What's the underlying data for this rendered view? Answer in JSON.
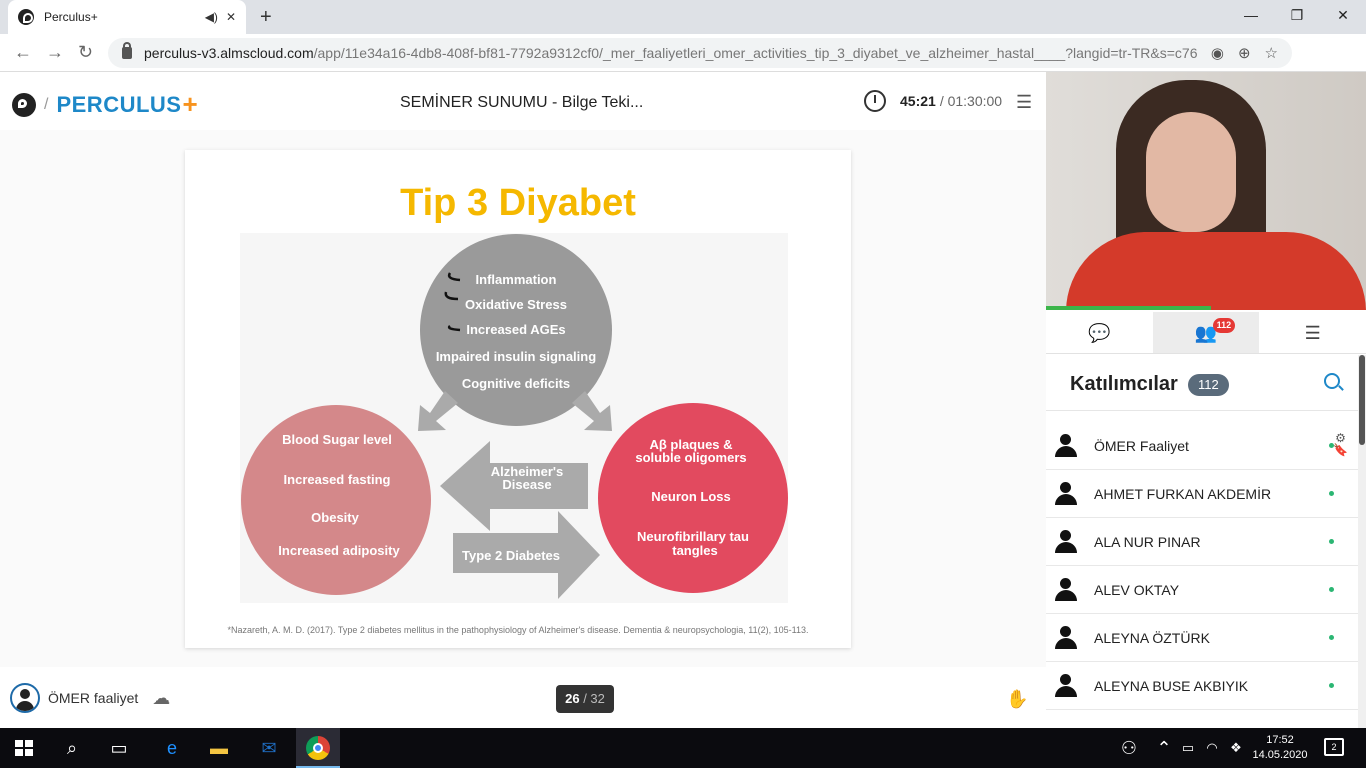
{
  "browser": {
    "tab_title": "Perculus+",
    "url_main": "perculus-v3.almscloud.com",
    "url_rest": "/app/11e34a16-4db8-408f-bf81-7792a9312cf0/_mer_faaliyetleri_omer_activities_tip_3_diyabet_ve_alzheimer_hastal____?langid=tr-TR&s=c76...",
    "icons": [
      "back-icon",
      "forward-icon",
      "reload-icon",
      "lock-icon",
      "location-icon",
      "zoom-icon",
      "star-icon",
      "update-icon"
    ]
  },
  "header": {
    "brand": "PERCULUS",
    "brand_plus": "+",
    "session_title": "SEMİNER SUNUMU - Bilge Teki...",
    "elapsed": "45:21",
    "total": "/ 01:30:00"
  },
  "slide": {
    "title": "Tip 3 Diyabet",
    "top_circle": [
      "Inflammation",
      "Oxidative Stress",
      "Increased AGEs",
      "Impaired insulin signaling",
      "Cognitive deficits"
    ],
    "left_circle": [
      "Blood Sugar level",
      "Increased fasting",
      "Obesity",
      "Increased adiposity"
    ],
    "right_circle": [
      "Aβ plaques &",
      "soluble oligomers",
      "Neuron Loss",
      "Neurofibrillary tau",
      "tangles"
    ],
    "arrow_left": [
      "Alzheimer's",
      "Disease"
    ],
    "arrow_right": "Type 2 Diabetes",
    "citation": "*Nazareth, A. M. D. (2017). Type 2 diabetes mellitus in the pathophysiology of Alzheimer's disease. Dementia & neuropsychologia, 11(2), 105-113.",
    "colors": {
      "title": "#f5b800",
      "top": "#9a9a9a",
      "left": "#d4888a",
      "right": "#e24a5f",
      "arrow": "#aaaaaa"
    }
  },
  "footer": {
    "presenter": "ÖMER faaliyet",
    "page_current": "26",
    "page_total": "/ 32"
  },
  "panel": {
    "tab_badge": "112",
    "title": "Katılımcılar",
    "count": "112",
    "participants": [
      "ÖMER Faaliyet",
      "AHMET FURKAN AKDEMİR",
      "ALA NUR PINAR",
      "ALEV OKTAY",
      "ALEYNA ÖZTÜRK",
      "ALEYNA BUSE AKBIYIK"
    ]
  },
  "taskbar": {
    "time": "17:52",
    "date": "14.05.2020",
    "notifications": "2"
  }
}
